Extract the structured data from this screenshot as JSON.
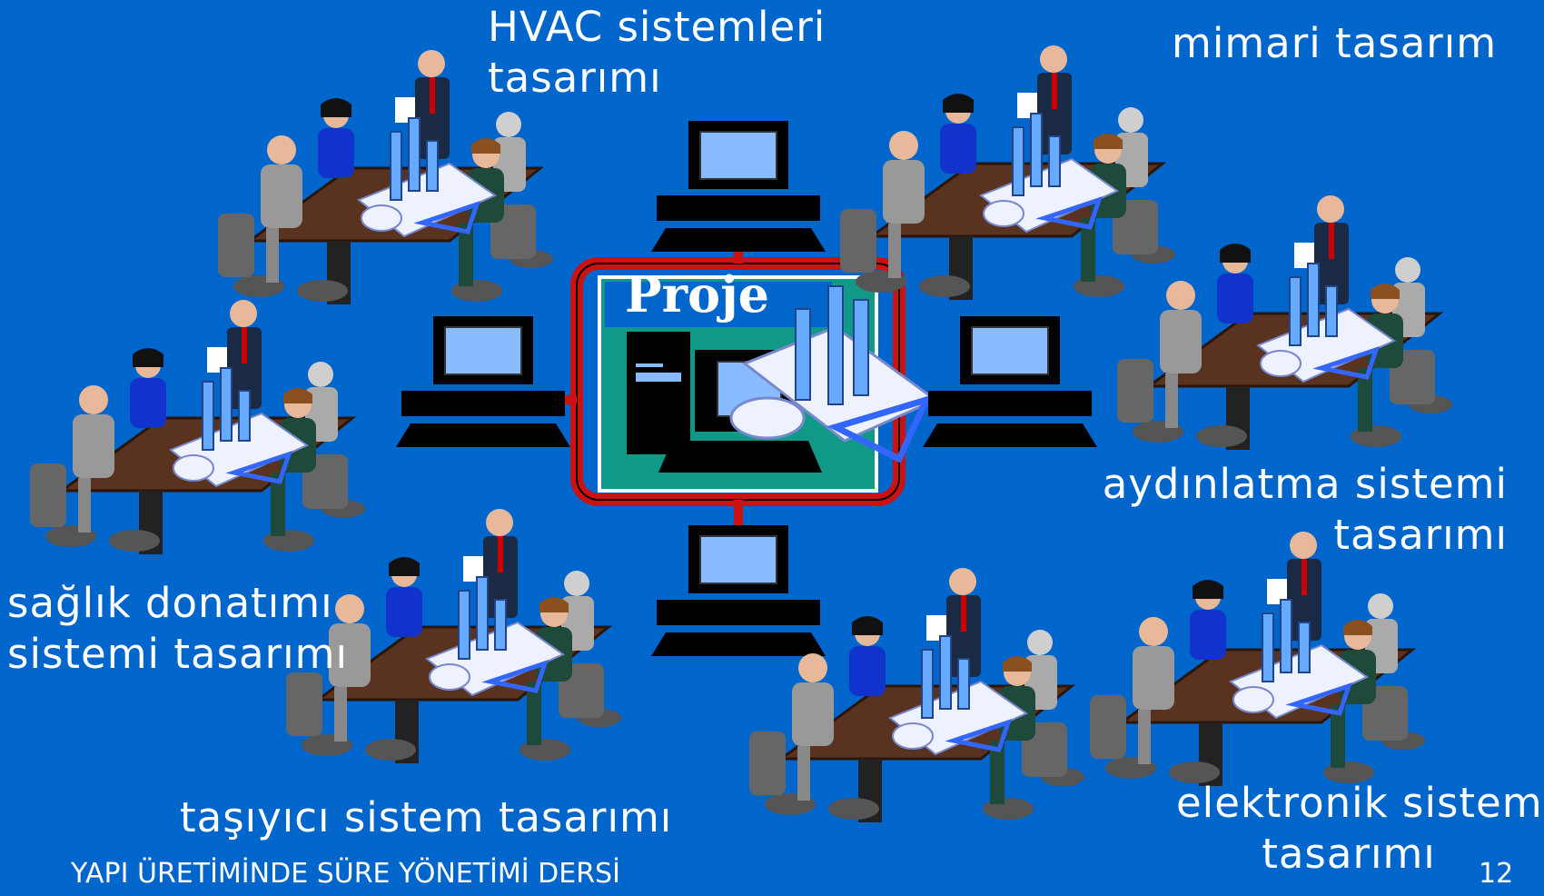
{
  "center": {
    "label": "Proje"
  },
  "labels": {
    "hvac": [
      "HVAC sistemleri",
      "tasarımı"
    ],
    "mimari": [
      "mimari tasarım"
    ],
    "aydinlatma": [
      "aydınlatma sistemi",
      "tasarımı"
    ],
    "saglik": [
      "sağlık donatımı",
      "sistemi tasarımı"
    ],
    "tasiyici": [
      "taşıyıcı sistem tasarımı"
    ],
    "elektronik": [
      "elektronik sistem",
      "tasarımı"
    ]
  },
  "footer": {
    "course": "YAPI ÜRETİMİNDE SÜRE YÖNETİMİ DERSİ",
    "page": "12"
  },
  "colors": {
    "background": "#0066cc",
    "screen": "#88bbff",
    "network": "#cc1111",
    "table": "#5a3320",
    "teal": "#119988"
  }
}
